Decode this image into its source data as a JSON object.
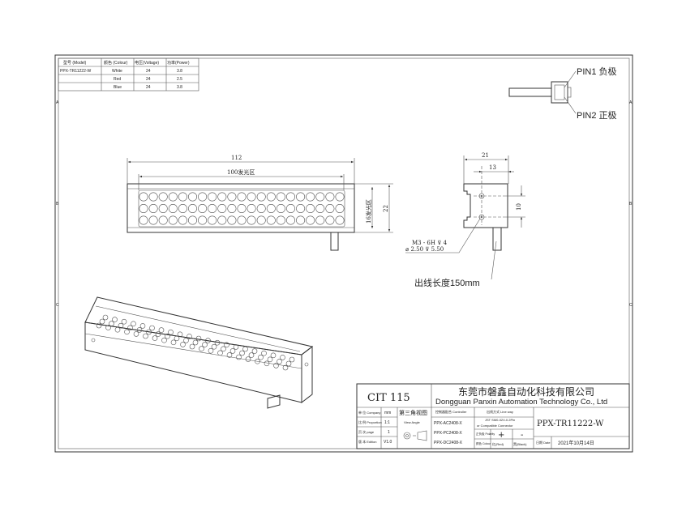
{
  "spec_table": {
    "headers": [
      "型号 (Model)",
      "颜色 (Colour)",
      "电压(Voltage)",
      "功率(Power)"
    ],
    "rows": [
      [
        "PPX-TR11222-W",
        "White",
        "24",
        "3.8"
      ],
      [
        "",
        "Red",
        "24",
        "2.5"
      ],
      [
        "",
        "Blue",
        "24",
        "3.8"
      ]
    ]
  },
  "border_letters": [
    "A",
    "B",
    "C"
  ],
  "connector": {
    "pin1": "PIN1 负极",
    "pin2": "PIN2 正极"
  },
  "front_view": {
    "length": "112",
    "emitting_length": "100发光区",
    "emitting_height": "16发光区",
    "height": "22",
    "led_rows": 3,
    "led_cols": 21
  },
  "side_view": {
    "width": "21",
    "offset": "13",
    "hole_spacing": "10",
    "thread_note": "M3 - 6H ⊽ 4",
    "hole_note": "⌀ 2.50 ⊽ 5.50",
    "cable_note": "出线长度150mm"
  },
  "title_block": {
    "code": "CIT 115",
    "company_cn": "东莞市磐鑫自动化科技有限公司",
    "company_en": "Dongguan Panxin Automation Technology Co., Ltd",
    "unit_label": "单 位 Company",
    "unit_value": "mm",
    "scale_label": "比 例 Proportion",
    "scale_value": "1:1",
    "page_label": "页 次 page",
    "page_value": "1",
    "edition_label": "版 本 Edition",
    "edition_value": "V1.0",
    "projection": "第三角视图",
    "view_angle": "View Angle",
    "controller_label": "控制器配合 Controller",
    "controllers": [
      "PPX-AC2408-X",
      "PPX-PC2408-X",
      "PPX-DC2408-X"
    ],
    "lineway_label": "出线方式 Line way",
    "lineway_value1": "JST SM0-02V-0.2Pin",
    "lineway_value2": "or Compatible Connector",
    "polarity_label": "正负极 Polarity",
    "plus": "+",
    "minus": "-",
    "colour_label": "颜色 Colour",
    "colour_red": "红(Red)",
    "colour_black": "黑(Black)",
    "part_number": "PPX-TR11222-W",
    "date_label": "日期 Date",
    "date_value": "2021年10月14日"
  }
}
